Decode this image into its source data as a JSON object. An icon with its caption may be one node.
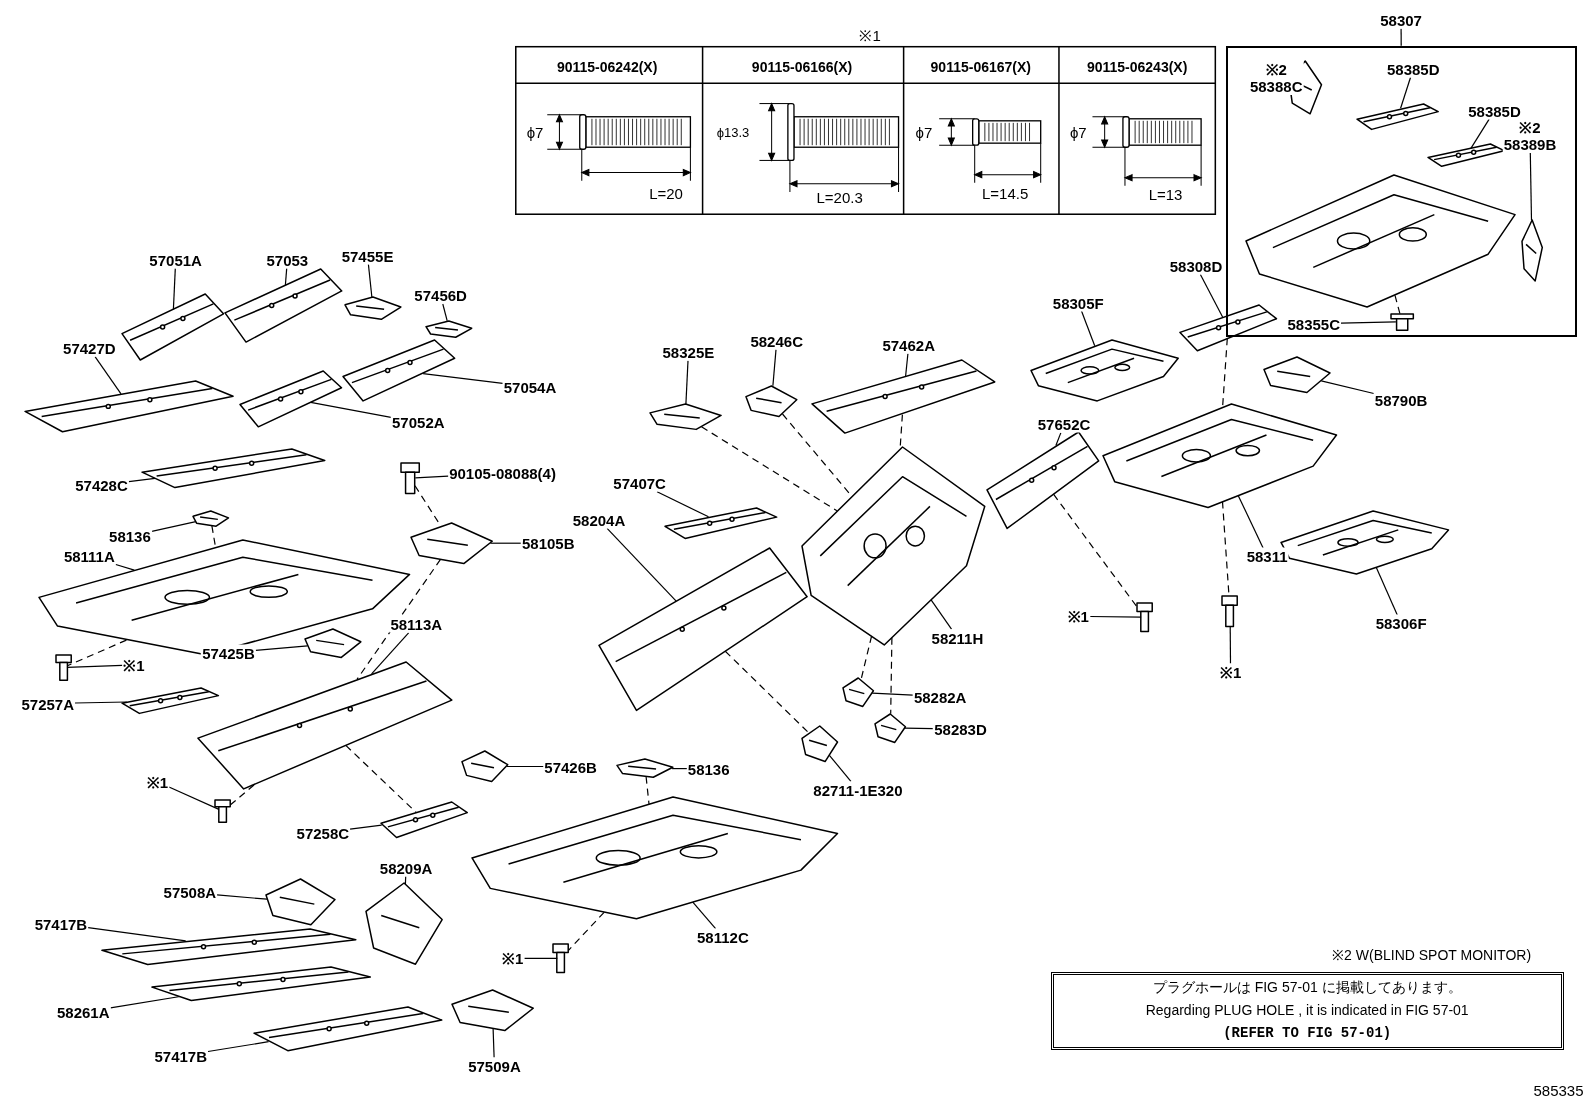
{
  "diagram": {
    "nodes": [
      {
        "text": [
          "57051A"
        ]
      },
      {
        "text": [],
        "shape": "picture"
      },
      {
        "text": [
          "57053"
        ]
      },
      {
        "text": [],
        "shape": "picture"
      },
      {
        "text": [
          "57455E"
        ]
      },
      {
        "text": [],
        "shape": "picture"
      },
      {
        "text": [
          "57456D"
        ]
      },
      {
        "text": [],
        "shape": "picture"
      },
      {
        "text": [
          "57427D"
        ]
      },
      {
        "text": [],
        "shape": "picture"
      },
      {
        "text": [
          "57054A"
        ]
      },
      {
        "text": [],
        "shape": "picture"
      },
      {
        "text": [
          "57052A"
        ]
      },
      {
        "text": [],
        "shape": "picture"
      },
      {
        "text": [
          "57428C"
        ]
      },
      {
        "text": [],
        "shape": "picture"
      },
      {
        "text": [
          "90105-08088(4)"
        ]
      },
      {
        "text": [],
        "shape": "picture"
      },
      {
        "text": [
          "58136"
        ]
      },
      {
        "text": [],
        "shape": "picture"
      },
      {
        "text": [
          "58105B"
        ]
      },
      {
        "text": [],
        "shape": "picture"
      },
      {
        "text": [
          "58111A"
        ]
      },
      {
        "text": [],
        "shape": "picture"
      },
      {
        "text": [
          "57407C"
        ]
      },
      {
        "text": [],
        "shape": "picture"
      },
      {
        "text": [
          "58204A"
        ]
      },
      {
        "text": [],
        "shape": "picture"
      },
      {
        "text": [
          "58325E"
        ]
      },
      {
        "text": [],
        "shape": "picture"
      },
      {
        "text": [
          "58246C"
        ]
      },
      {
        "text": [],
        "shape": "picture"
      },
      {
        "text": [
          "57462A"
        ]
      },
      {
        "text": [],
        "shape": "picture"
      },
      {
        "text": [
          "58211H"
        ]
      },
      {
        "text": [],
        "shape": "picture"
      },
      {
        "text": [
          "57652C"
        ]
      },
      {
        "text": [],
        "shape": "picture"
      },
      {
        "text": [
          "58305F"
        ]
      },
      {
        "text": [],
        "shape": "picture"
      },
      {
        "text": [
          "58308D"
        ]
      },
      {
        "text": [],
        "shape": "picture"
      },
      {
        "text": [
          "58790B"
        ]
      },
      {
        "text": [],
        "shape": "picture"
      },
      {
        "text": [
          "58311"
        ]
      },
      {
        "text": [],
        "shape": "picture"
      },
      {
        "text": [
          "58306F"
        ]
      },
      {
        "text": [],
        "shape": "picture"
      },
      {
        "text": [
          "58307"
        ]
      },
      {
        "text": [],
        "shape": "box"
      },
      {
        "text": [
          "※2",
          "58388C"
        ],
        "in": 49
      },
      {
        "text": [],
        "shape": "picture",
        "in": 49
      },
      {
        "text": [
          "58385D"
        ],
        "in": 49
      },
      {
        "text": [],
        "shape": "picture",
        "in": 49
      },
      {
        "text": [
          "58385D"
        ],
        "in": 49
      },
      {
        "text": [],
        "shape": "picture",
        "in": 49
      },
      {
        "text": [
          "※2",
          "58389B"
        ],
        "in": 49
      },
      {
        "text": [],
        "shape": "picture",
        "in": 49
      },
      {
        "text": [
          "58355C"
        ],
        "in": 49
      },
      {
        "text": [],
        "shape": "picture",
        "in": 49
      },
      {
        "text": [],
        "shape": "picture",
        "in": 49
      },
      {
        "text": [
          "※1"
        ]
      },
      {
        "text": [],
        "shape": "picture"
      },
      {
        "text": [
          "※1"
        ]
      },
      {
        "text": [],
        "shape": "picture"
      },
      {
        "text": [
          "57425B"
        ]
      },
      {
        "text": [],
        "shape": "picture"
      },
      {
        "text": [
          "58113A"
        ]
      },
      {
        "text": [],
        "shape": "picture"
      },
      {
        "text": [
          "※1"
        ]
      },
      {
        "text": [],
        "shape": "picture"
      },
      {
        "text": [
          "57257A"
        ]
      },
      {
        "text": [],
        "shape": "picture"
      },
      {
        "text": [
          "※1"
        ]
      },
      {
        "text": [],
        "shape": "picture"
      },
      {
        "text": [
          "57426B"
        ]
      },
      {
        "text": [],
        "shape": "picture"
      },
      {
        "text": [
          "58136"
        ]
      },
      {
        "text": [],
        "shape": "picture"
      },
      {
        "text": [
          "57258C"
        ]
      },
      {
        "text": [],
        "shape": "picture"
      },
      {
        "text": [
          "58282A"
        ]
      },
      {
        "text": [],
        "shape": "picture"
      },
      {
        "text": [
          "58283D"
        ]
      },
      {
        "text": [],
        "shape": "picture"
      },
      {
        "text": [
          "82711-1E320"
        ]
      },
      {
        "text": [],
        "shape": "picture"
      },
      {
        "text": [
          "58112C"
        ]
      },
      {
        "text": [],
        "shape": "picture"
      },
      {
        "text": [
          "58209A"
        ]
      },
      {
        "text": [],
        "shape": "picture"
      },
      {
        "text": [
          "57508A"
        ]
      },
      {
        "text": [],
        "shape": "picture"
      },
      {
        "text": [
          "57417B"
        ]
      },
      {
        "text": [],
        "shape": "picture"
      },
      {
        "text": [
          "※1"
        ]
      },
      {
        "text": [],
        "shape": "picture"
      },
      {
        "text": [
          "58261A"
        ]
      },
      {
        "text": [],
        "shape": "picture"
      },
      {
        "text": [
          "57417B"
        ]
      },
      {
        "text": [],
        "shape": "picture"
      },
      {
        "text": [
          "57509A"
        ]
      },
      {
        "text": [],
        "shape": "picture"
      },
      {
        "text": [
          "プラグホールは FIG 57-01 に掲載してあります。",
          "Regarding PLUG HOLE , it is indicated in FIG 57-01",
          "(REFER TO FIG 57-01)"
        ]
      }
    ],
    "edges": [
      {
        "from": 0,
        "to": 1,
        "arrow": "none"
      },
      {
        "from": 2,
        "to": 3,
        "arrow": "none"
      },
      {
        "from": 4,
        "to": 5,
        "arrow": "none"
      },
      {
        "from": 6,
        "to": 7,
        "arrow": "none"
      },
      {
        "from": 8,
        "to": 9,
        "arrow": "none"
      },
      {
        "from": 10,
        "to": 11,
        "arrow": "none"
      },
      {
        "from": 12,
        "to": 13,
        "arrow": "none"
      },
      {
        "from": 14,
        "to": 15,
        "arrow": "none"
      },
      {
        "from": 16,
        "to": 17,
        "arrow": "none"
      },
      {
        "from": 18,
        "to": 19,
        "arrow": "none"
      },
      {
        "from": 20,
        "to": 21,
        "arrow": "none"
      },
      {
        "from": 22,
        "to": 23,
        "arrow": "none"
      },
      {
        "from": 24,
        "to": 25,
        "arrow": "none"
      },
      {
        "from": 26,
        "to": 27,
        "arrow": "none"
      },
      {
        "from": 28,
        "to": 29,
        "arrow": "none"
      },
      {
        "from": 30,
        "to": 31,
        "arrow": "none"
      },
      {
        "from": 32,
        "to": 33,
        "arrow": "none"
      },
      {
        "from": 34,
        "to": 35,
        "arrow": "none"
      },
      {
        "from": 36,
        "to": 37,
        "arrow": "none"
      },
      {
        "from": 38,
        "to": 39,
        "arrow": "none"
      },
      {
        "from": 40,
        "to": 41,
        "arrow": "none"
      },
      {
        "from": 42,
        "to": 43,
        "arrow": "none"
      },
      {
        "from": 44,
        "to": 45,
        "arrow": "none"
      },
      {
        "from": 46,
        "to": 47,
        "arrow": "none"
      },
      {
        "from": 48,
        "to": 49,
        "arrow": "none"
      },
      {
        "from": 50,
        "to": 51,
        "arrow": "none"
      },
      {
        "from": 52,
        "to": 53,
        "arrow": "none"
      },
      {
        "from": 54,
        "to": 55,
        "arrow": "none"
      },
      {
        "from": 56,
        "to": 57,
        "arrow": "none"
      },
      {
        "from": 58,
        "to": 59,
        "arrow": "none"
      },
      {
        "from": 61,
        "to": 62,
        "arrow": "none"
      },
      {
        "from": 63,
        "to": 64,
        "arrow": "none"
      },
      {
        "from": 65,
        "to": 66,
        "arrow": "none"
      },
      {
        "from": 67,
        "to": 68,
        "arrow": "none"
      },
      {
        "from": 69,
        "to": 70,
        "arrow": "none"
      },
      {
        "from": 71,
        "to": 72,
        "arrow": "none"
      },
      {
        "from": 73,
        "to": 74,
        "arrow": "none"
      },
      {
        "from": 75,
        "to": 76,
        "arrow": "none"
      },
      {
        "from": 77,
        "to": 78,
        "arrow": "none"
      },
      {
        "from": 79,
        "to": 80,
        "arrow": "none"
      },
      {
        "from": 81,
        "to": 82,
        "arrow": "none"
      },
      {
        "from": 83,
        "to": 84,
        "arrow": "none"
      },
      {
        "from": 85,
        "to": 86,
        "arrow": "none"
      },
      {
        "from": 87,
        "to": 88,
        "arrow": "none"
      },
      {
        "from": 89,
        "to": 90,
        "arrow": "none"
      },
      {
        "from": 91,
        "to": 92,
        "arrow": "none"
      },
      {
        "from": 93,
        "to": 94,
        "arrow": "none"
      },
      {
        "from": 95,
        "to": 96,
        "arrow": "none"
      },
      {
        "from": 97,
        "to": 98,
        "arrow": "none"
      },
      {
        "from": 99,
        "to": 100,
        "arrow": "none"
      },
      {
        "from": 101,
        "to": 102,
        "arrow": "none"
      },
      {
        "from": 19,
        "to": 23,
        "arrow": "none",
        "style": "dashed"
      },
      {
        "from": 23,
        "to": 70,
        "arrow": "none",
        "style": "dashed"
      },
      {
        "from": 17,
        "to": 21,
        "arrow": "none",
        "style": "dashed"
      },
      {
        "from": 21,
        "to": 68,
        "arrow": "none",
        "style": "dashed"
      },
      {
        "from": 68,
        "to": 74,
        "arrow": "none",
        "style": "dashed"
      },
      {
        "from": 68,
        "to": 80,
        "arrow": "none",
        "style": "dashed"
      },
      {
        "from": 78,
        "to": 88,
        "arrow": "none",
        "style": "dashed"
      },
      {
        "from": 88,
        "to": 96,
        "arrow": "none",
        "style": "dashed"
      },
      {
        "from": 29,
        "to": 35,
        "arrow": "none",
        "style": "dashed"
      },
      {
        "from": 31,
        "to": 35,
        "arrow": "none",
        "style": "dashed"
      },
      {
        "from": 33,
        "to": 35,
        "arrow": "none",
        "style": "dashed"
      },
      {
        "from": 27,
        "to": 86,
        "arrow": "none",
        "style": "dashed"
      },
      {
        "from": 35,
        "to": 82,
        "arrow": "none",
        "style": "dashed"
      },
      {
        "from": 35,
        "to": 84,
        "arrow": "none",
        "style": "dashed"
      },
      {
        "from": 37,
        "to": 62,
        "arrow": "none",
        "style": "dashed"
      },
      {
        "from": 45,
        "to": 64,
        "arrow": "none",
        "style": "dashed"
      },
      {
        "from": 41,
        "to": 45,
        "arrow": "none",
        "style": "dashed"
      },
      {
        "from": 59,
        "to": 60,
        "arrow": "none",
        "style": "dashed"
      }
    ],
    "labels": [
      "※1",
      "90115-06242(X)",
      "90115-06166(X)",
      "90115-06167(X)",
      "90115-06243(X)",
      "ϕ7",
      "L=20",
      "ϕ13.3",
      "L=20.3",
      "ϕ7",
      "L=14.5",
      "ϕ7",
      "L=13",
      "※2 W(BLIND SPOT MONITOR)",
      "585335"
    ]
  }
}
